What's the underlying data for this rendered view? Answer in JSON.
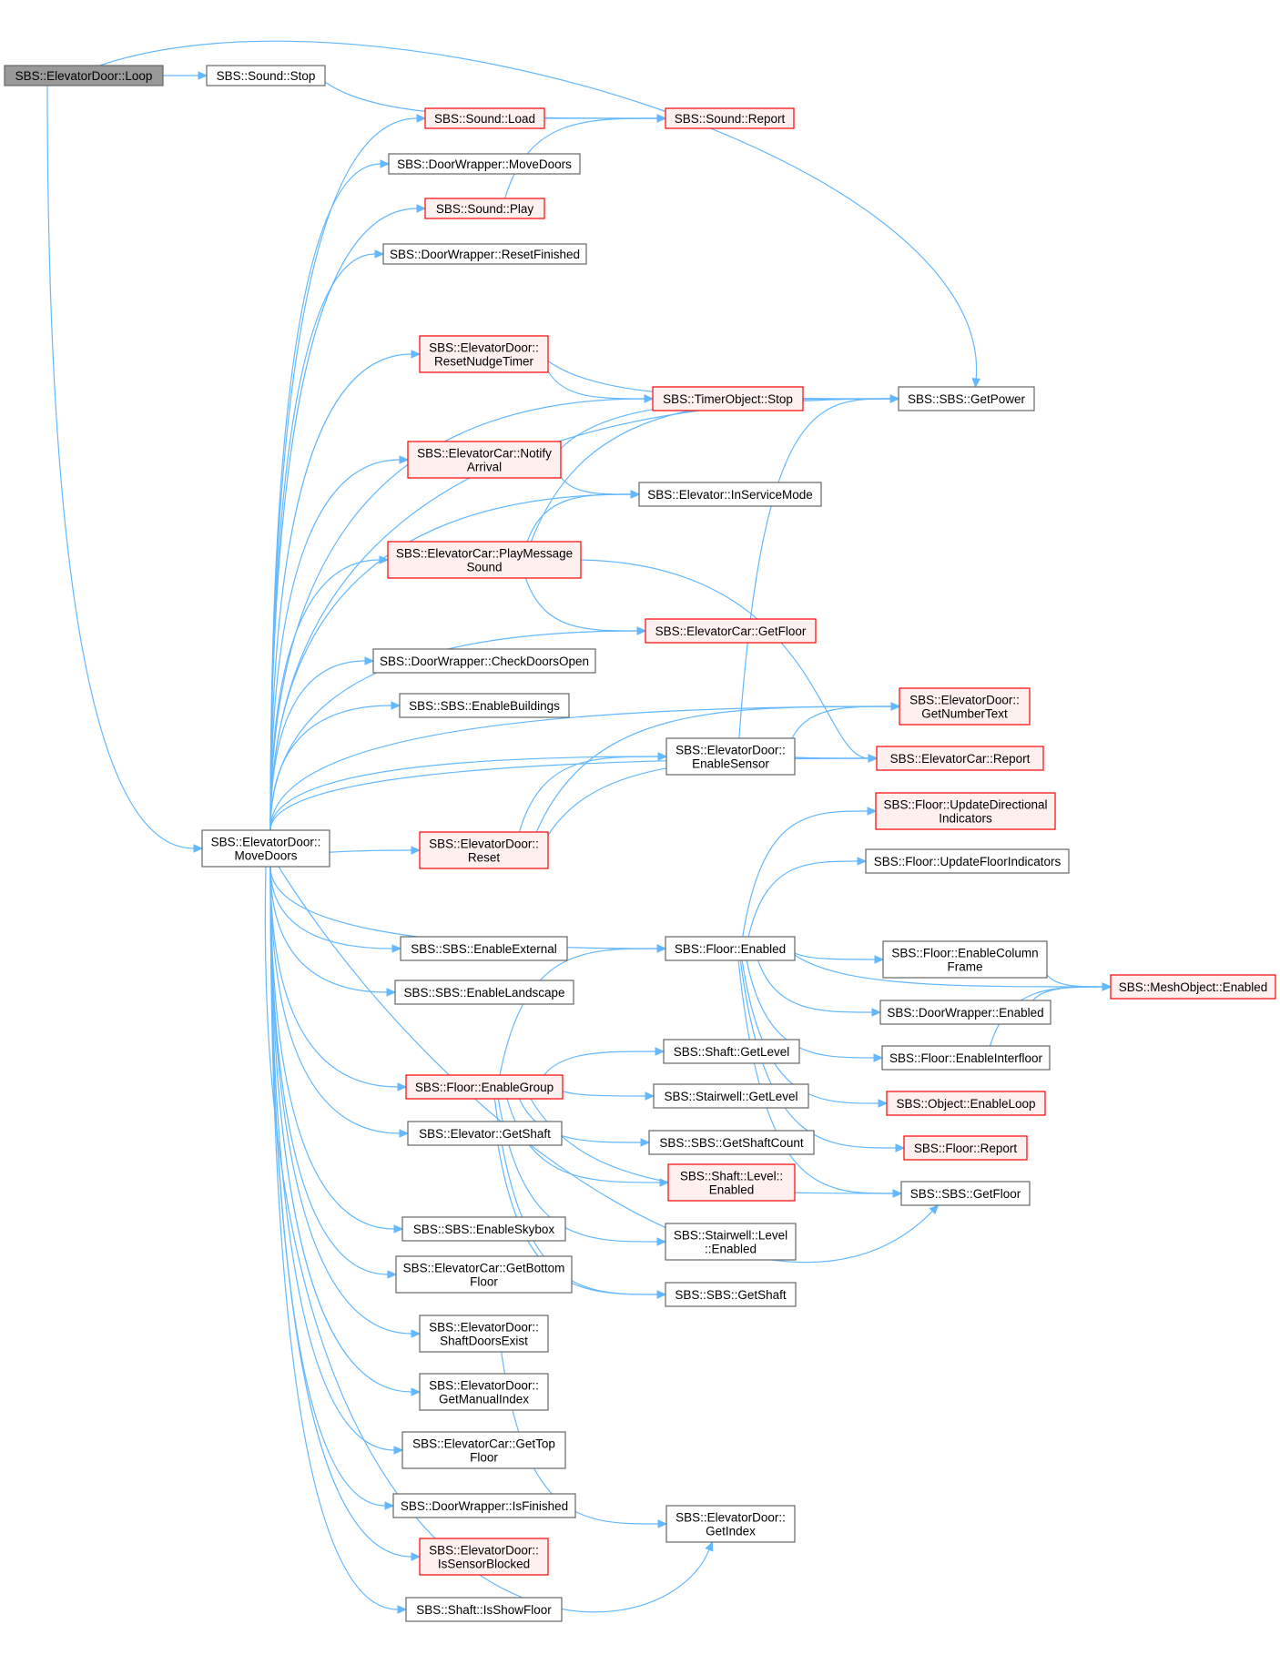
{
  "colors": {
    "edge": "#63b8ff",
    "root_fill": "#999999",
    "node_fill": "#ffffff",
    "node_stroke": "#666666",
    "red_fill": "#fff0f0",
    "red_stroke": "#ff0000"
  },
  "nodes": [
    {
      "id": "loop",
      "lines": [
        "SBS::ElevatorDoor::Loop"
      ],
      "style": "root"
    },
    {
      "id": "sound_stop",
      "lines": [
        "SBS::Sound::Stop"
      ],
      "style": "normal"
    },
    {
      "id": "sound_load",
      "lines": [
        "SBS::Sound::Load"
      ],
      "style": "red"
    },
    {
      "id": "sound_report",
      "lines": [
        "SBS::Sound::Report"
      ],
      "style": "red"
    },
    {
      "id": "dw_movedoors",
      "lines": [
        "SBS::DoorWrapper::MoveDoors"
      ],
      "style": "normal"
    },
    {
      "id": "sound_play",
      "lines": [
        "SBS::Sound::Play"
      ],
      "style": "red"
    },
    {
      "id": "dw_resetfinished",
      "lines": [
        "SBS::DoorWrapper::ResetFinished"
      ],
      "style": "normal"
    },
    {
      "id": "ed_resetnudge",
      "lines": [
        "SBS::ElevatorDoor::",
        "ResetNudgeTimer"
      ],
      "style": "red"
    },
    {
      "id": "timer_stop",
      "lines": [
        "SBS::TimerObject::Stop"
      ],
      "style": "red"
    },
    {
      "id": "getpower",
      "lines": [
        "SBS::SBS::GetPower"
      ],
      "style": "normal"
    },
    {
      "id": "ec_notify",
      "lines": [
        "SBS::ElevatorCar::Notify",
        "Arrival"
      ],
      "style": "red"
    },
    {
      "id": "inservice",
      "lines": [
        "SBS::Elevator::InServiceMode"
      ],
      "style": "normal"
    },
    {
      "id": "ec_playmsg",
      "lines": [
        "SBS::ElevatorCar::PlayMessage",
        "Sound"
      ],
      "style": "red"
    },
    {
      "id": "ec_getfloor",
      "lines": [
        "SBS::ElevatorCar::GetFloor"
      ],
      "style": "red"
    },
    {
      "id": "dw_checkopen",
      "lines": [
        "SBS::DoorWrapper::CheckDoorsOpen"
      ],
      "style": "normal"
    },
    {
      "id": "enablebuildings",
      "lines": [
        "SBS::SBS::EnableBuildings"
      ],
      "style": "normal"
    },
    {
      "id": "ed_numbertext",
      "lines": [
        "SBS::ElevatorDoor::",
        "GetNumberText"
      ],
      "style": "red"
    },
    {
      "id": "ed_enablesensor",
      "lines": [
        "SBS::ElevatorDoor::",
        "EnableSensor"
      ],
      "style": "normal"
    },
    {
      "id": "ec_report",
      "lines": [
        "SBS::ElevatorCar::Report"
      ],
      "style": "red"
    },
    {
      "id": "movedoors",
      "lines": [
        "SBS::ElevatorDoor::",
        "MoveDoors"
      ],
      "style": "normal"
    },
    {
      "id": "ed_reset",
      "lines": [
        "SBS::ElevatorDoor::",
        "Reset"
      ],
      "style": "red"
    },
    {
      "id": "updatedir",
      "lines": [
        "SBS::Floor::UpdateDirectional",
        "Indicators"
      ],
      "style": "red"
    },
    {
      "id": "updatefloorind",
      "lines": [
        "SBS::Floor::UpdateFloorIndicators"
      ],
      "style": "normal"
    },
    {
      "id": "enableexternal",
      "lines": [
        "SBS::SBS::EnableExternal"
      ],
      "style": "normal"
    },
    {
      "id": "floor_enabled",
      "lines": [
        "SBS::Floor::Enabled"
      ],
      "style": "normal"
    },
    {
      "id": "enablecolumn",
      "lines": [
        "SBS::Floor::EnableColumn",
        "Frame"
      ],
      "style": "normal"
    },
    {
      "id": "enablelandscape",
      "lines": [
        "SBS::SBS::EnableLandscape"
      ],
      "style": "normal"
    },
    {
      "id": "mesh_enabled",
      "lines": [
        "SBS::MeshObject::Enabled"
      ],
      "style": "red"
    },
    {
      "id": "dw_enabled",
      "lines": [
        "SBS::DoorWrapper::Enabled"
      ],
      "style": "normal"
    },
    {
      "id": "shaft_getlevel",
      "lines": [
        "SBS::Shaft::GetLevel"
      ],
      "style": "normal"
    },
    {
      "id": "enableinterfloor",
      "lines": [
        "SBS::Floor::EnableInterfloor"
      ],
      "style": "normal"
    },
    {
      "id": "enablegroup",
      "lines": [
        "SBS::Floor::EnableGroup"
      ],
      "style": "red"
    },
    {
      "id": "stair_getlevel",
      "lines": [
        "SBS::Stairwell::GetLevel"
      ],
      "style": "normal"
    },
    {
      "id": "obj_enableloop",
      "lines": [
        "SBS::Object::EnableLoop"
      ],
      "style": "red"
    },
    {
      "id": "elev_getshaft",
      "lines": [
        "SBS::Elevator::GetShaft"
      ],
      "style": "normal"
    },
    {
      "id": "getshaftcount",
      "lines": [
        "SBS::SBS::GetShaftCount"
      ],
      "style": "normal"
    },
    {
      "id": "floor_report",
      "lines": [
        "SBS::Floor::Report"
      ],
      "style": "red"
    },
    {
      "id": "shaftlevel_enabled",
      "lines": [
        "SBS::Shaft::Level::",
        "Enabled"
      ],
      "style": "red"
    },
    {
      "id": "sbs_getfloor",
      "lines": [
        "SBS::SBS::GetFloor"
      ],
      "style": "normal"
    },
    {
      "id": "enableskybox",
      "lines": [
        "SBS::SBS::EnableSkybox"
      ],
      "style": "normal"
    },
    {
      "id": "stairlevel_enabled",
      "lines": [
        "SBS::Stairwell::Level",
        "::Enabled"
      ],
      "style": "normal"
    },
    {
      "id": "ec_getbottom",
      "lines": [
        "SBS::ElevatorCar::GetBottom",
        "Floor"
      ],
      "style": "normal"
    },
    {
      "id": "sbs_getshaft",
      "lines": [
        "SBS::SBS::GetShaft"
      ],
      "style": "normal"
    },
    {
      "id": "ed_shaftdoors",
      "lines": [
        "SBS::ElevatorDoor::",
        "ShaftDoorsExist"
      ],
      "style": "normal"
    },
    {
      "id": "ed_manualindex",
      "lines": [
        "SBS::ElevatorDoor::",
        "GetManualIndex"
      ],
      "style": "normal"
    },
    {
      "id": "ec_gettop",
      "lines": [
        "SBS::ElevatorCar::GetTop",
        "Floor"
      ],
      "style": "normal"
    },
    {
      "id": "dw_isfinished",
      "lines": [
        "SBS::DoorWrapper::IsFinished"
      ],
      "style": "normal"
    },
    {
      "id": "ed_getindex",
      "lines": [
        "SBS::ElevatorDoor::",
        "GetIndex"
      ],
      "style": "normal"
    },
    {
      "id": "ed_sensorblocked",
      "lines": [
        "SBS::ElevatorDoor::",
        "IsSensorBlocked"
      ],
      "style": "red"
    },
    {
      "id": "shaft_showfloor",
      "lines": [
        "SBS::Shaft::IsShowFloor"
      ],
      "style": "normal"
    }
  ],
  "edges": [
    [
      "loop",
      "sound_stop"
    ],
    [
      "loop",
      "getpower"
    ],
    [
      "loop",
      "movedoors"
    ],
    [
      "sound_stop",
      "sound_report"
    ],
    [
      "sound_load",
      "sound_report"
    ],
    [
      "sound_play",
      "sound_report"
    ],
    [
      "ed_resetnudge",
      "getpower"
    ],
    [
      "ed_resetnudge",
      "timer_stop"
    ],
    [
      "ec_notify",
      "getpower"
    ],
    [
      "ec_notify",
      "inservice"
    ],
    [
      "ec_playmsg",
      "inservice"
    ],
    [
      "ec_playmsg",
      "getpower"
    ],
    [
      "ec_playmsg",
      "ec_getfloor"
    ],
    [
      "ec_playmsg",
      "ec_report"
    ],
    [
      "ed_enablesensor",
      "getpower"
    ],
    [
      "ed_enablesensor",
      "ed_numbertext"
    ],
    [
      "ed_enablesensor",
      "ec_report"
    ],
    [
      "ed_reset",
      "ed_enablesensor"
    ],
    [
      "ed_reset",
      "ed_numbertext"
    ],
    [
      "ed_reset",
      "ec_report"
    ],
    [
      "movedoors",
      "sound_load"
    ],
    [
      "movedoors",
      "dw_movedoors"
    ],
    [
      "movedoors",
      "sound_play"
    ],
    [
      "movedoors",
      "dw_resetfinished"
    ],
    [
      "movedoors",
      "getpower"
    ],
    [
      "movedoors",
      "ed_resetnudge"
    ],
    [
      "movedoors",
      "timer_stop"
    ],
    [
      "movedoors",
      "ec_notify"
    ],
    [
      "movedoors",
      "inservice"
    ],
    [
      "movedoors",
      "ec_playmsg"
    ],
    [
      "movedoors",
      "ec_getfloor"
    ],
    [
      "movedoors",
      "dw_checkopen"
    ],
    [
      "movedoors",
      "enablebuildings"
    ],
    [
      "movedoors",
      "ed_numbertext"
    ],
    [
      "movedoors",
      "ed_enablesensor"
    ],
    [
      "movedoors",
      "ed_reset"
    ],
    [
      "movedoors",
      "ec_report"
    ],
    [
      "movedoors",
      "enableexternal"
    ],
    [
      "movedoors",
      "enablelandscape"
    ],
    [
      "movedoors",
      "floor_enabled"
    ],
    [
      "movedoors",
      "enablegroup"
    ],
    [
      "movedoors",
      "elev_getshaft"
    ],
    [
      "movedoors",
      "enableskybox"
    ],
    [
      "movedoors",
      "ec_getbottom"
    ],
    [
      "movedoors",
      "ed_shaftdoors"
    ],
    [
      "movedoors",
      "ed_manualindex"
    ],
    [
      "movedoors",
      "ec_gettop"
    ],
    [
      "movedoors",
      "dw_isfinished"
    ],
    [
      "movedoors",
      "ed_sensorblocked"
    ],
    [
      "movedoors",
      "shaft_showfloor"
    ],
    [
      "movedoors",
      "ed_getindex"
    ],
    [
      "movedoors",
      "sbs_getfloor"
    ],
    [
      "floor_enabled",
      "updatedir"
    ],
    [
      "floor_enabled",
      "updatefloorind"
    ],
    [
      "floor_enabled",
      "mesh_enabled"
    ],
    [
      "floor_enabled",
      "enablecolumn"
    ],
    [
      "floor_enabled",
      "dw_enabled"
    ],
    [
      "floor_enabled",
      "enableinterfloor"
    ],
    [
      "floor_enabled",
      "obj_enableloop"
    ],
    [
      "floor_enabled",
      "floor_report"
    ],
    [
      "floor_enabled",
      "sbs_getfloor"
    ],
    [
      "enablecolumn",
      "mesh_enabled"
    ],
    [
      "dw_enabled",
      "mesh_enabled"
    ],
    [
      "enableinterfloor",
      "mesh_enabled"
    ],
    [
      "enablegroup",
      "floor_enabled"
    ],
    [
      "enablegroup",
      "shaft_getlevel"
    ],
    [
      "enablegroup",
      "stair_getlevel"
    ],
    [
      "enablegroup",
      "getshaftcount"
    ],
    [
      "enablegroup",
      "shaftlevel_enabled"
    ],
    [
      "enablegroup",
      "stairlevel_enabled"
    ],
    [
      "enablegroup",
      "sbs_getshaft"
    ],
    [
      "enablegroup",
      "sbs_getfloor"
    ],
    [
      "elev_getshaft",
      "sbs_getshaft"
    ],
    [
      "ed_shaftdoors",
      "ed_getindex"
    ]
  ]
}
